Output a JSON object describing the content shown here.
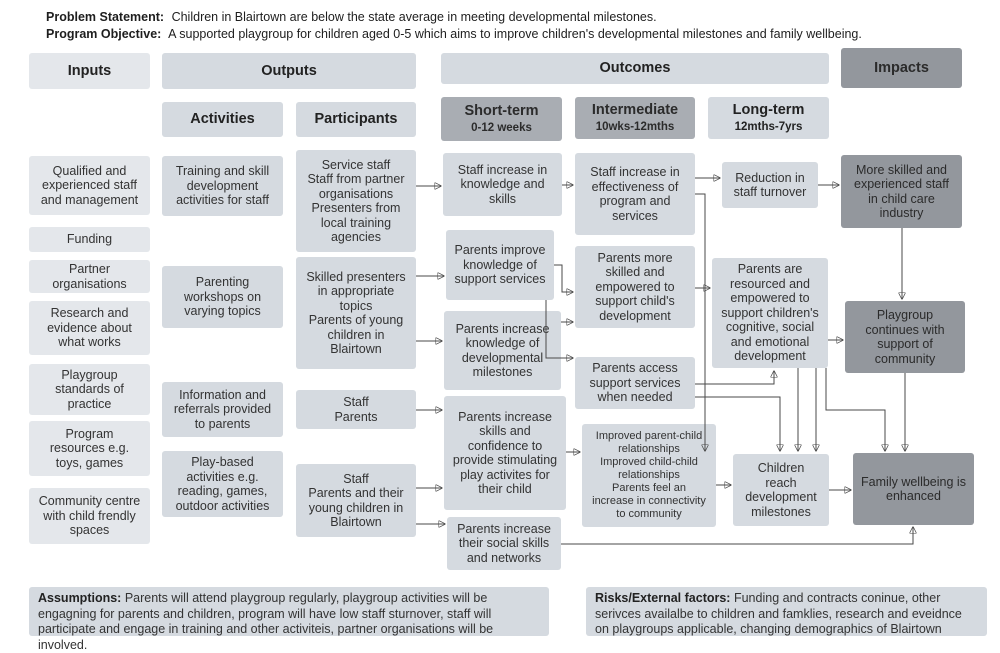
{
  "header": {
    "problem_label": "Problem Statement:",
    "problem_text": "Children in Blairtown are below the state average in meeting developmental milestones.",
    "objective_label": "Program Objective:",
    "objective_text": "A supported playgroup for children aged 0-5 which aims to improve children's developmental milestones and family wellbeing."
  },
  "columns": {
    "inputs": "Inputs",
    "outputs": "Outputs",
    "outcomes": "Outcomes",
    "impacts": "Impacts",
    "activities": "Activities",
    "participants": "Participants",
    "short_term": "Short-term",
    "short_term_range": "0-12 weeks",
    "intermediate": "Intermediate",
    "intermediate_range": "10wks-12mths",
    "long_term": "Long-term",
    "long_term_range": "12mths-7yrs"
  },
  "inputs": [
    [
      "Qualified and",
      "experienced staff",
      "and management"
    ],
    [
      "Funding"
    ],
    [
      "Partner",
      "organisations"
    ],
    [
      "Research and",
      "evidence about",
      "what works"
    ],
    [
      "Playgroup",
      "standards of",
      "practice"
    ],
    [
      "Program",
      "resources e.g.",
      "toys, games"
    ],
    [
      "Community centre",
      "with child frendly",
      "spaces"
    ]
  ],
  "activities": [
    [
      "Training and skill",
      "development",
      "activities for staff"
    ],
    [
      "Parenting",
      "workshops on",
      "varying topics"
    ],
    [
      "Information and",
      "referrals provided",
      "to parents"
    ],
    [
      "Play-based",
      "activities e.g.",
      "reading, games,",
      "outdoor activities"
    ]
  ],
  "participants": [
    [
      "Service staff",
      "Staff from partner",
      "organisations",
      "Presenters from",
      "local training",
      "agencies"
    ],
    [
      "Skilled presenters",
      "in appropriate",
      "topics",
      "Parents of young",
      "children in",
      "Blairtown"
    ],
    [
      "Staff",
      "Parents"
    ],
    [
      "Staff",
      "Parents and their",
      "young children in",
      "Blairtown"
    ]
  ],
  "short_term": [
    [
      "Staff increase in",
      "knowledge and",
      "skills"
    ],
    [
      "Parents improve",
      "knowledge of",
      "support services"
    ],
    [
      "Parents increase",
      "knowledge of",
      "developmental",
      "milestones"
    ],
    [
      "Parents increase",
      "skills and",
      "confidence to",
      "provide stimulating",
      "play activites for",
      "their child"
    ],
    [
      "Parents increase",
      "their social skills",
      "and  networks"
    ]
  ],
  "intermediate": [
    [
      "Staff increase in",
      "effectiveness of",
      "program and",
      "services"
    ],
    [
      "Parents more",
      "skilled and",
      "empowered to",
      "support child's",
      "development"
    ],
    [
      "Parents access",
      "support services",
      "when needed"
    ],
    [
      "Improved parent-child",
      "relationships",
      "Improved child-child",
      "relationships",
      "Parents feel an",
      "increase in connectivity",
      "to community"
    ]
  ],
  "long_term": [
    [
      "Reduction in",
      "staff turnover"
    ],
    [
      "Parents are",
      "resourced and",
      "empowered to",
      "support children's",
      "cognitive, social",
      "and emotional",
      "development"
    ],
    [
      "Children",
      "reach",
      "development",
      "milestones"
    ]
  ],
  "impacts": [
    [
      "More skilled and",
      "experienced staff",
      "in child care",
      "industry"
    ],
    [
      "Playgroup",
      "continues with",
      "support of",
      "community"
    ],
    [
      "Family wellbeing is",
      "enhanced"
    ]
  ],
  "footer": {
    "assumptions_label": "Assumptions:",
    "assumptions_text": "Parents will attend playgroup regularly, playgroup activities will be engagning for parents and children, program will have low staff sturnover, staff will participate and engage in training and other activiteis, partner organisations will be involved.",
    "risks_label": "Risks/External factors:",
    "risks_text": "Funding and contracts coninue, other serivces availalbe to children and famklies, research and eveidnce on playgroups applicable, changing demographics of Blairtown"
  }
}
